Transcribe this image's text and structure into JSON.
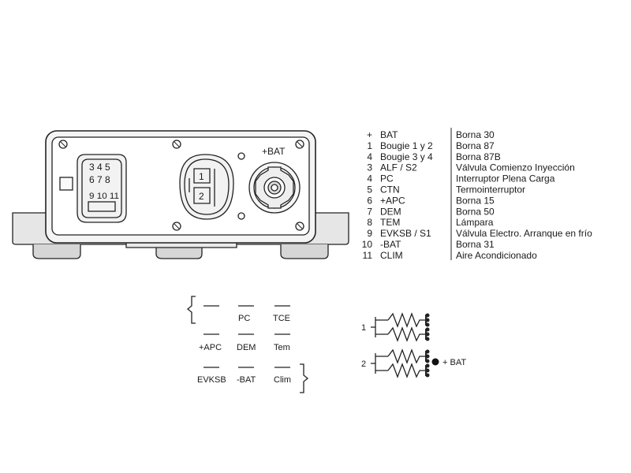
{
  "device": {
    "bat_label": "+BAT",
    "connector_a_top": "3 4 5",
    "connector_a_mid": "6 7 8",
    "connector_a_bottom": "9 10 11",
    "connector_b_pin_top": "1",
    "connector_b_pin_bottom": "2"
  },
  "legend": [
    {
      "id": "+",
      "name": "BAT",
      "desc": "Borna 30"
    },
    {
      "id": "1",
      "name": "Bougie 1 y 2",
      "desc": "Borna 87"
    },
    {
      "id": "4",
      "name": "Bougie 3 y 4",
      "desc": "Borna 87B"
    },
    {
      "id": "3",
      "name": "ALF / S2",
      "desc": "Válvula Comienzo Inyección"
    },
    {
      "id": "4",
      "name": "PC",
      "desc": "Interruptor Plena Carga"
    },
    {
      "id": "5",
      "name": "CTN",
      "desc": "Termointerruptor"
    },
    {
      "id": "6",
      "name": "+APC",
      "desc": "Borna 15"
    },
    {
      "id": "7",
      "name": "DEM",
      "desc": "Borna 50"
    },
    {
      "id": "8",
      "name": "TEM",
      "desc": "Lámpara"
    },
    {
      "id": "9",
      "name": "EVKSB / S1",
      "desc": "Válvula Electro. Arranque en frío"
    },
    {
      "id": "10",
      "name": "-BAT",
      "desc": "Borna 31"
    },
    {
      "id": "11",
      "name": "CLIM",
      "desc": "Aire Acondicionado"
    }
  ],
  "connector_view": {
    "row1": [
      "PC",
      "TCE"
    ],
    "row2": [
      "+APC",
      "DEM",
      "Tem"
    ],
    "row3": [
      "EVKSB",
      "-BAT",
      "Clim"
    ]
  },
  "glow_circuit": {
    "label_1": "1",
    "label_2": "2",
    "bat_label": "+ BAT"
  }
}
